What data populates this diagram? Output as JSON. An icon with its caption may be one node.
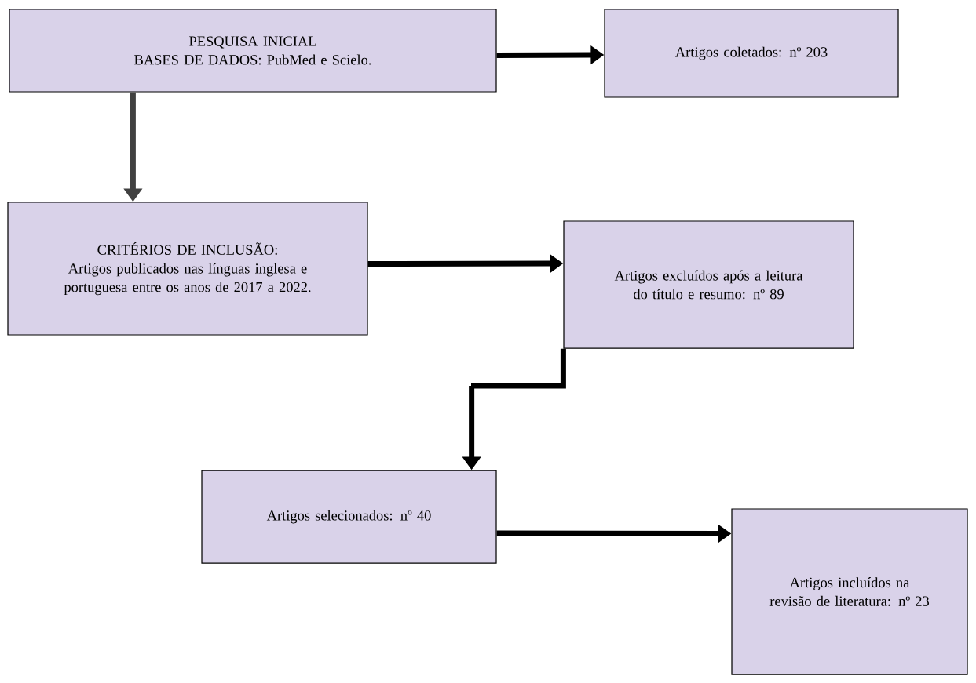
{
  "diagram": {
    "nodes": [
      {
        "text": [
          "PESQUISA INICIAL",
          "BASES DE DADOS: PubMed e Scielo."
        ]
      },
      {
        "text": [
          "Artigos coletados: nº 203"
        ]
      },
      {
        "text": [
          "CRITÉRIOS DE INCLUSÃO:",
          "Artigos publicados nas línguas inglesa e portuguesa entre os anos de 2017 a 2022."
        ]
      },
      {
        "text": [
          "Artigos excluídos após a leitura do título e resumo: nº 89"
        ]
      },
      {
        "text": [
          "Artigos selecionados: nº 40"
        ]
      },
      {
        "text": [
          "Artigos incluídos na revisão de literatura: nº 23"
        ]
      }
    ],
    "edges": [
      {
        "from": 0,
        "to": 1,
        "arrow": "to"
      },
      {
        "from": 0,
        "to": 2,
        "arrow": "to",
        "color": "#404040"
      },
      {
        "from": 2,
        "to": 3,
        "arrow": "to"
      },
      {
        "from": 3,
        "to": 4,
        "arrow": "to"
      },
      {
        "from": 4,
        "to": 5,
        "arrow": "to"
      }
    ]
  }
}
